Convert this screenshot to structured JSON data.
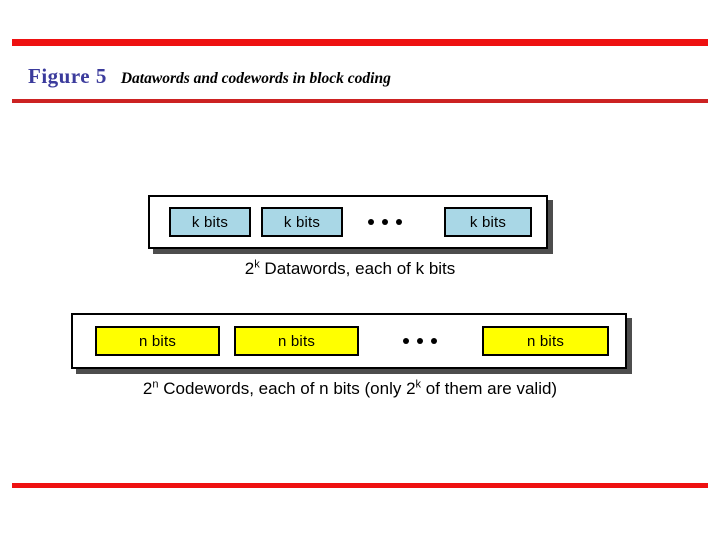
{
  "slide": {
    "figure_label": "Figure 5",
    "figure_caption": "Datawords and codewords in block coding",
    "accent_color_title": "#3b3b9c",
    "accent_color_rule_top": "#ee1111",
    "accent_color_rule_under_title": "#cc2222",
    "accent_color_rule_bottom": "#ee1111"
  },
  "diagram": {
    "datawords": {
      "cell_fill_color": "#a9d7e6",
      "cells": [
        {
          "label": "k bits"
        },
        {
          "label": "k bits"
        },
        {
          "label": "k bits"
        }
      ],
      "ellipsis": "• • •",
      "caption_prefix": "2",
      "caption_exponent": "k",
      "caption_rest": " Datawords, each of k bits"
    },
    "codewords": {
      "cell_fill_color": "#ffff00",
      "cells": [
        {
          "label": "n bits"
        },
        {
          "label": "n bits"
        },
        {
          "label": "n bits"
        }
      ],
      "ellipsis": "• • •",
      "caption_prefix": "2",
      "caption_exponent": "n",
      "caption_mid": " Codewords, each of n bits (only 2",
      "caption_exponent2": "k",
      "caption_suffix": " of them are valid)"
    }
  }
}
